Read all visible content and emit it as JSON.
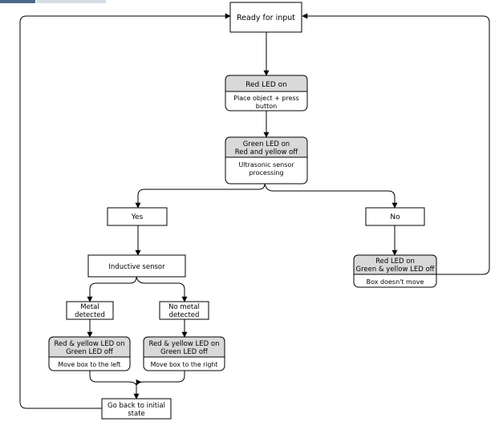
{
  "colors": {
    "background": "#ffffff",
    "stroke": "#000000",
    "header_fill": "#d9d9d9",
    "tab_dark": "#4a6a8a",
    "tab_light": "#d5dde6"
  },
  "nodes": {
    "ready": {
      "label": "Ready for input"
    },
    "red_led": {
      "header": "Red LED on",
      "body": [
        "Place object + press",
        "button"
      ]
    },
    "green_led": {
      "header": [
        "Green LED on",
        "Red and yellow off"
      ],
      "body": [
        "Ultrasonic sensor",
        "processing"
      ]
    },
    "yes": {
      "label": "Yes"
    },
    "no": {
      "label": "No"
    },
    "inductive": {
      "label": "Inductive sensor"
    },
    "metal": {
      "label": [
        "Metal",
        "detected"
      ]
    },
    "no_metal": {
      "label": [
        "No metal",
        "detected"
      ]
    },
    "left_action": {
      "header": [
        "Red & yellow LED on",
        "Green LED off"
      ],
      "body": "Move box to the left"
    },
    "right_action": {
      "header": [
        "Red & yellow LED on",
        "Green LED off"
      ],
      "body": "Move box to the right"
    },
    "no_action": {
      "header": [
        "Red LED on",
        "Green & yellow LED off"
      ],
      "body": "Box doesn't move"
    },
    "reset": {
      "label": [
        "Go back to initial",
        "state"
      ]
    }
  }
}
